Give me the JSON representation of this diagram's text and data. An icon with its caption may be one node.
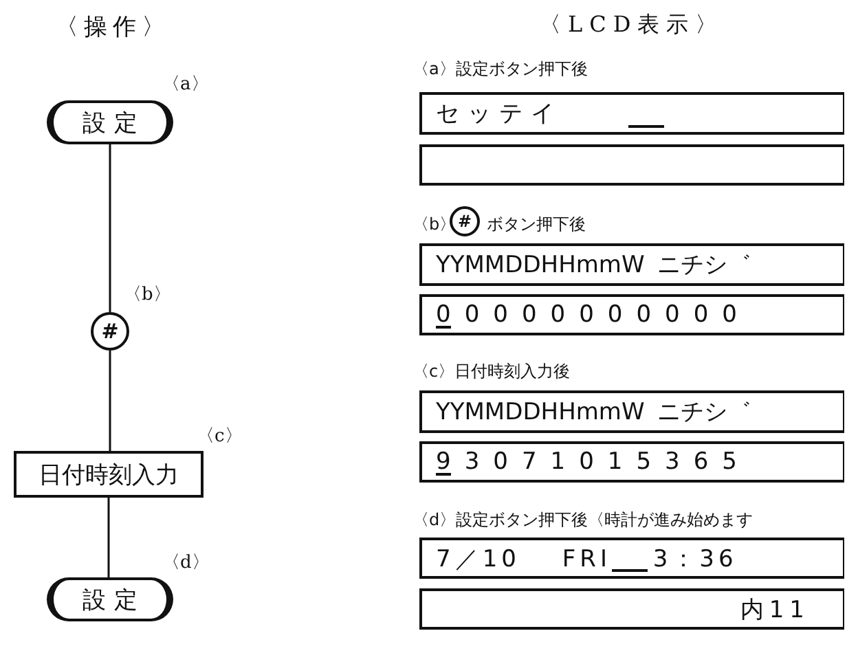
{
  "diagram": {
    "nodes": [
      {
        "text": [
          "設定"
        ],
        "beside": [
          "〈a〉"
        ]
      },
      {
        "text": [
          "#"
        ],
        "beside": [
          "〈b〉"
        ]
      },
      {
        "text": [
          "日付時刻入力"
        ],
        "beside": [
          "〈c〉"
        ]
      },
      {
        "text": [
          "設定"
        ],
        "beside": [
          "〈d〉"
        ]
      },
      {
        "text": [
          "セッテイ"
        ]
      },
      {
        "text": [],
        "shape": "box"
      },
      {
        "text": [
          "YYMMDDHHmmW ニチシ゛"
        ]
      },
      {
        "text": [
          "00000000000"
        ]
      },
      {
        "text": [
          "YYMMDDHHmmW ニチシ゛"
        ]
      },
      {
        "text": [
          "93071015365"
        ]
      },
      {
        "text": [
          "7／10 FRI 3：36"
        ]
      },
      {
        "text": [
          "内11"
        ]
      }
    ],
    "edges": [
      {
        "from": 0,
        "to": 1,
        "arrow": "none"
      },
      {
        "from": 1,
        "to": 2,
        "arrow": "none"
      },
      {
        "from": 2,
        "to": 3,
        "arrow": "none"
      }
    ],
    "labels": [
      "〈操作〉",
      "〈LCD表示〉",
      "〈a〉設定ボタン押下後",
      "〈b〉",
      "#",
      "ボタン押下後",
      "〈c〉日付時刻入力後",
      "〈d〉設定ボタン押下後〈時計が進み始めます"
    ]
  }
}
